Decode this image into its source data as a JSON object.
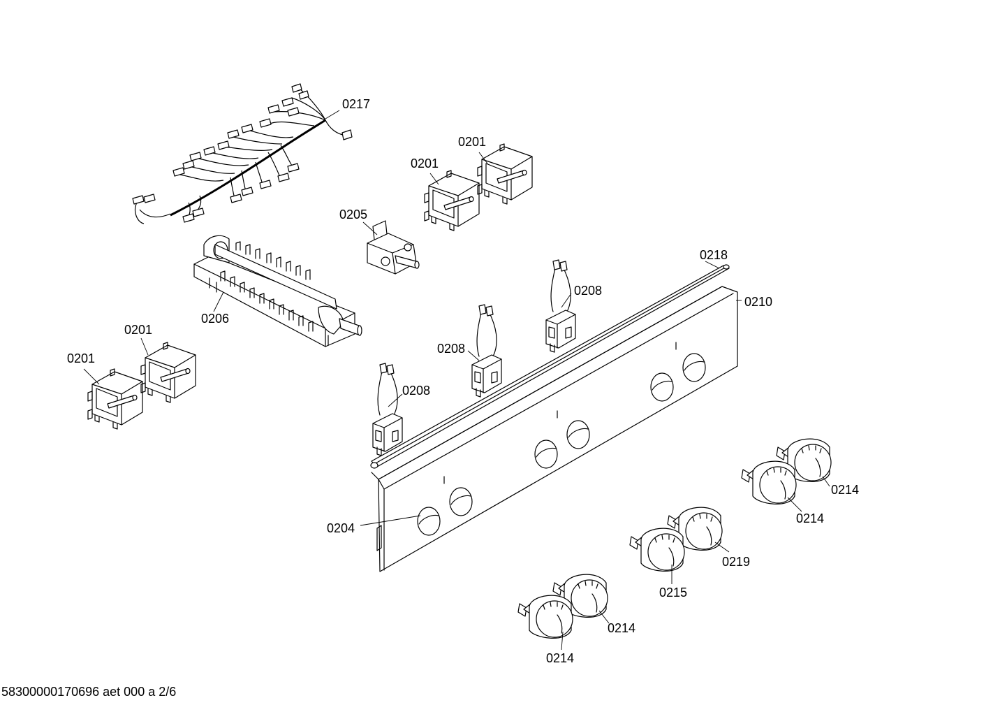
{
  "labels": {
    "l0217": "0217",
    "l0201a": "0201",
    "l0201b": "0201",
    "l0205": "0205",
    "l0206": "0206",
    "l0201c": "0201",
    "l0201d": "0201",
    "l0218": "0218",
    "l0210": "0210",
    "l0208a": "0208",
    "l0208b": "0208",
    "l0208c": "0208",
    "l0204": "0204",
    "l0214a": "0214",
    "l0214b": "0214",
    "l0219": "0219",
    "l0215": "0215",
    "l0214c": "0214",
    "l0214d": "0214"
  },
  "footer": "58300000170696 aet 000 a 2/6"
}
